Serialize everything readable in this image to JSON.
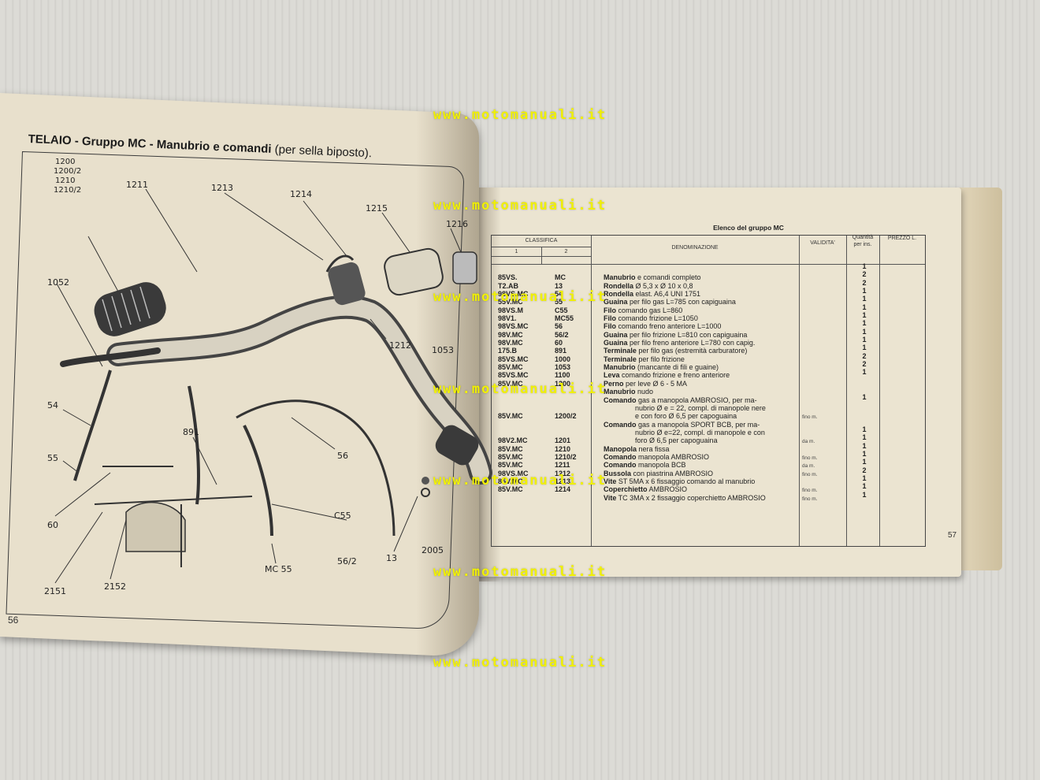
{
  "watermark": "www.motomanuali.it",
  "left_page": {
    "title_bold": "TELAIO - Gruppo MC - Manubrio e comandi",
    "title_note": "(per sella biposto).",
    "page_number": "56",
    "callouts": [
      "1200",
      "1200/2",
      "1210",
      "1210/2",
      "1211",
      "1213",
      "1214",
      "1215",
      "1216",
      "1052",
      "1212",
      "1053",
      "54",
      "55",
      "60",
      "891",
      "56",
      "C55",
      "13",
      "2005",
      "2151",
      "2152",
      "MC 55",
      "56/2"
    ]
  },
  "right_page": {
    "title": "Elenco del gruppo MC",
    "page_number": "57",
    "headers": {
      "classifica": "CLASSIFICA",
      "col1": "1",
      "col2": "2",
      "denominazione": "DENOMINAZIONE",
      "validita": "VALIDITA'",
      "quantita": "Quantità per ins.",
      "prezzo": "PREZZO L."
    },
    "rows": [
      {
        "c1": "",
        "c2": "",
        "name": "",
        "desc": "",
        "val": "",
        "qty": "1"
      },
      {
        "c1": "85VS.",
        "c2": "MC",
        "name": "Manubrio",
        "desc": " e comandi completo",
        "val": "",
        "qty": "2"
      },
      {
        "c1": "T2.AB",
        "c2": "13",
        "name": "Rondella",
        "desc": " Ø 5,3 x Ø 10 x 0,8",
        "val": "",
        "qty": "2"
      },
      {
        "c1": "98VS.MC",
        "c2": "54",
        "name": "Rondella",
        "desc": " elast. A6,4 UNI 1751",
        "val": "",
        "qty": "1"
      },
      {
        "c1": "55V.MC",
        "c2": "55",
        "name": "Guaina",
        "desc": " per filo gas L=785 con capiguaina",
        "val": "",
        "qty": "1"
      },
      {
        "c1": "98VS.M",
        "c2": "C55",
        "name": "Filo",
        "desc": " comando gas L=860",
        "val": "",
        "qty": "1"
      },
      {
        "c1": "98V1.",
        "c2": "MC55",
        "name": "Filo",
        "desc": " comando frizione L=1050",
        "val": "",
        "qty": "1"
      },
      {
        "c1": "98VS.MC",
        "c2": "56",
        "name": "Filo",
        "desc": " comando freno anteriore L=1000",
        "val": "",
        "qty": "1"
      },
      {
        "c1": "98V.MC",
        "c2": "56/2",
        "name": "Guaina",
        "desc": " per filo frizione L=810 con capiguaina",
        "val": "",
        "qty": "1"
      },
      {
        "c1": "98V.MC",
        "c2": "60",
        "name": "Guaina",
        "desc": " per filo freno anteriore L=780 con capig.",
        "val": "",
        "qty": "1"
      },
      {
        "c1": "175.B",
        "c2": "891",
        "name": "Terminale",
        "desc": " per filo gas (estremità carburatore)",
        "val": "",
        "qty": "1"
      },
      {
        "c1": "85VS.MC",
        "c2": "1000",
        "name": "Terminale",
        "desc": " per filo frizione",
        "val": "",
        "qty": "2"
      },
      {
        "c1": "85V.MC",
        "c2": "1053",
        "name": "Manubrio",
        "desc": " (mancante di fili e guaine)",
        "val": "",
        "qty": "2"
      },
      {
        "c1": "85VS.MC",
        "c2": "1100",
        "name": "Leva",
        "desc": " comando frizione e freno anteriore",
        "val": "",
        "qty": "1"
      },
      {
        "c1": "85V.MC",
        "c2": "1200",
        "name": "Perno",
        "desc": " per leve Ø 6 - 5 MA",
        "val": "",
        "qty": ""
      },
      {
        "c1": "",
        "c2": "",
        "name": "Manubrio",
        "desc": " nudo",
        "val": "",
        "qty": ""
      },
      {
        "c1": "",
        "c2": "",
        "name": "Comando",
        "desc": " gas a manopola AMBROSIO, per ma-",
        "val": "",
        "qty": "1"
      },
      {
        "c1": "",
        "c2": "",
        "name": "",
        "desc": "nubrio Ø e = 22, compl. di manopole nere",
        "val": "",
        "qty": ""
      },
      {
        "c1": "85V.MC",
        "c2": "1200/2",
        "name": "",
        "desc": "e con foro Ø 6,5 per capoguaina",
        "val": "fino m.",
        "qty": ""
      },
      {
        "c1": "",
        "c2": "",
        "name": "Comando",
        "desc": " gas a manopola SPORT BCB, per ma-",
        "val": "",
        "qty": ""
      },
      {
        "c1": "",
        "c2": "",
        "name": "",
        "desc": "nubrio Ø e=22, compl. di manopole e con",
        "val": "",
        "qty": "1"
      },
      {
        "c1": "98V2.MC",
        "c2": "1201",
        "name": "",
        "desc": "foro Ø 6,5 per capoguaina",
        "val": "da m.",
        "qty": "1"
      },
      {
        "c1": "85V.MC",
        "c2": "1210",
        "name": "Manopola",
        "desc": " nera fissa",
        "val": "",
        "qty": "1"
      },
      {
        "c1": "85V.MC",
        "c2": "1210/2",
        "name": "Comando",
        "desc": " manopola AMBROSIO",
        "val": "fino m.",
        "qty": "1"
      },
      {
        "c1": "85V.MC",
        "c2": "1211",
        "name": "Comando",
        "desc": " manopola BCB",
        "val": "da m.",
        "qty": "1"
      },
      {
        "c1": "98VS.MC",
        "c2": "1212",
        "name": "Bussola",
        "desc": " con piastrina AMBROSIO",
        "val": "fino m.",
        "qty": "2"
      },
      {
        "c1": "85V.MC",
        "c2": "1213",
        "name": "Vite",
        "desc": " ST 5MA x 6 fissaggio comando al manubrio",
        "val": "",
        "qty": "1"
      },
      {
        "c1": "85V.MC",
        "c2": "1214",
        "name": "Coperchietto",
        "desc": " AMBROSIO",
        "val": "fino m.",
        "qty": "1"
      },
      {
        "c1": "",
        "c2": "",
        "name": "Vite",
        "desc": " TC 3MA x 2 fissaggio coperchietto AMBROSIO",
        "val": "fino m.",
        "qty": "1"
      }
    ]
  }
}
